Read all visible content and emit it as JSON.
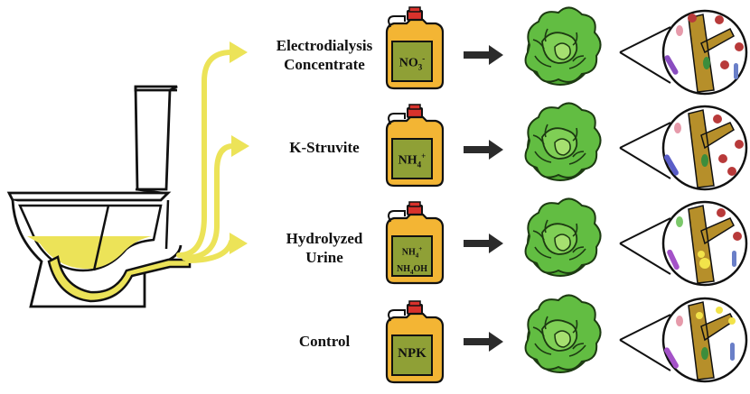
{
  "rows": [
    {
      "label_line1": "Electrodialysis",
      "label_line2": "Concentrate",
      "jug_line1": "NO",
      "jug_sub1": "3",
      "jug_sup1": "-",
      "jug_line2": "",
      "jug_sub2": "",
      "jug_line2b": ""
    },
    {
      "label_line1": "K-Struvite",
      "label_line2": "",
      "jug_line1": "NH",
      "jug_sub1": "4",
      "jug_sup1": "+",
      "jug_line2": "",
      "jug_sub2": "",
      "jug_line2b": ""
    },
    {
      "label_line1": "Hydrolyzed",
      "label_line2": "Urine",
      "jug_line1": "NH",
      "jug_sub1": "4",
      "jug_sup1": "+",
      "jug_line2": "NH",
      "jug_sub2": "4",
      "jug_line2b": "OH"
    },
    {
      "label_line1": "Control",
      "label_line2": "",
      "jug_line1": "NPK",
      "jug_sub1": "",
      "jug_sup1": "",
      "jug_line2": "",
      "jug_sub2": "",
      "jug_line2b": ""
    }
  ],
  "colors": {
    "urine": "#ece358",
    "jug_cap": "#d8322c",
    "jug_body": "#f3b534",
    "jug_label": "#8fa036",
    "lettuce": "#57b13a",
    "lettuce_dark": "#2e6e1f",
    "root": "#b68f2a",
    "arrow": "#2b2b2b"
  },
  "icons": [
    "toilet-icon",
    "fertilizer-jug-icon",
    "lettuce-icon",
    "root-microbiome-icon",
    "right-arrow-icon"
  ]
}
